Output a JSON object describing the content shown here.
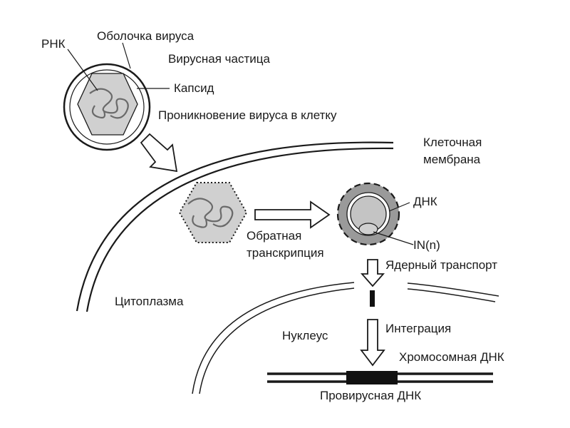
{
  "labels": {
    "rna": "РНК",
    "virus_envelope": "Оболочка вируса",
    "viral_particle": "Вирусная частица",
    "capsid": "Капсид",
    "virus_entry": "Проникновение вируса в клетку",
    "cell_membrane_line1": "Клеточная",
    "cell_membrane_line2": "мембрана",
    "dna": "ДНК",
    "integrase": "IN(n)",
    "reverse_transcription_line1": "Обратная",
    "reverse_transcription_line2": "транскрипция",
    "nuclear_transport": "Ядерный транспорт",
    "cytoplasm": "Цитоплазма",
    "integration": "Интеграция",
    "nucleus": "Нуклеус",
    "chromosomal_dna": "Хромосомная ДНК",
    "proviral_dna": "Провирусная ДНК"
  },
  "colors": {
    "line": "#1a1a1a",
    "capsid_fill": "#d0d0d0",
    "complex_fill": "#9a9a9a",
    "dna_fill": "#c4c4c4",
    "rna_strand": "#6a6a6a"
  }
}
